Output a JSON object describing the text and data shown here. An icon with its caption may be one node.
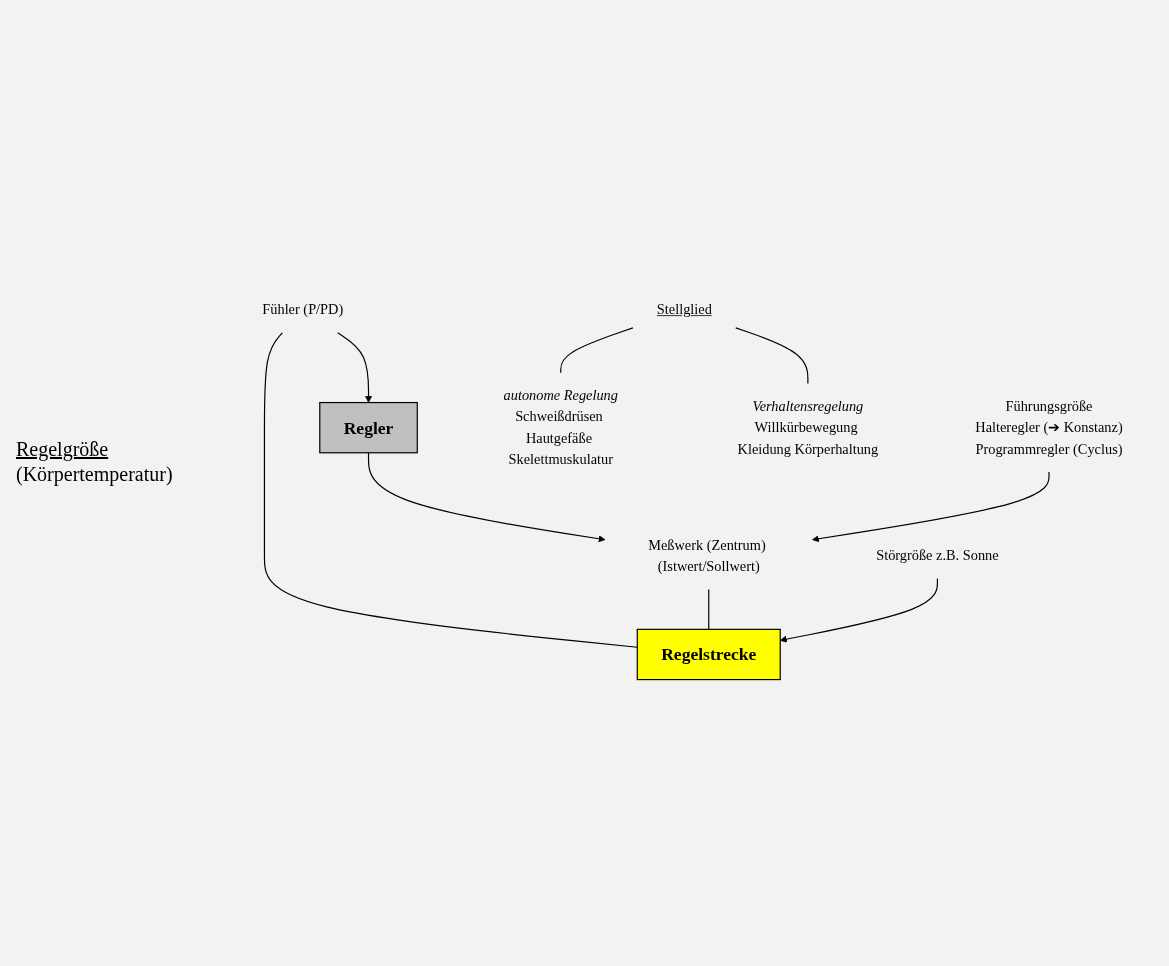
{
  "diagram": {
    "nodes": [
      {
        "text": [
          "Führungsgröße",
          "Halteregler (➔ Konstanz)",
          "Programmregler (Cyclus)"
        ]
      },
      {
        "text": [
          "Regler"
        ]
      },
      {
        "text": [
          "Fühler (P/PD)"
        ]
      },
      {
        "text": [
          "Meßwerk (Zentrum) (Istwert/Sollwert)"
        ]
      },
      {
        "text": [
          "Stellglied"
        ]
      },
      {
        "text": [
          "Regelstrecke"
        ]
      },
      {
        "text": [
          "autonome Regelung",
          "Schweißdrüsen Hautgefäße Skelettmuskulatur"
        ]
      },
      {
        "text": [
          "Verhaltensregelung",
          "Willkürbewegung Kleidung Körperhaltung"
        ]
      },
      {
        "text": [
          "Störgröße z.B. Sonne"
        ]
      }
    ],
    "edges": [
      {
        "from": 2,
        "to": 1,
        "arrow": "to"
      },
      {
        "from": 1,
        "to": 3,
        "arrow": "to"
      },
      {
        "from": 0,
        "to": 3,
        "arrow": "to"
      },
      {
        "from": 2,
        "to": 5,
        "arrow": "none"
      },
      {
        "from": 3,
        "to": 5,
        "arrow": "none"
      },
      {
        "from": 4,
        "to": 6,
        "arrow": "none"
      },
      {
        "from": 4,
        "to": 7,
        "arrow": "none"
      },
      {
        "from": 8,
        "to": 5,
        "arrow": "to"
      }
    ],
    "labels": [
      "Regelgröße",
      "(Körpertemperatur)"
    ]
  }
}
